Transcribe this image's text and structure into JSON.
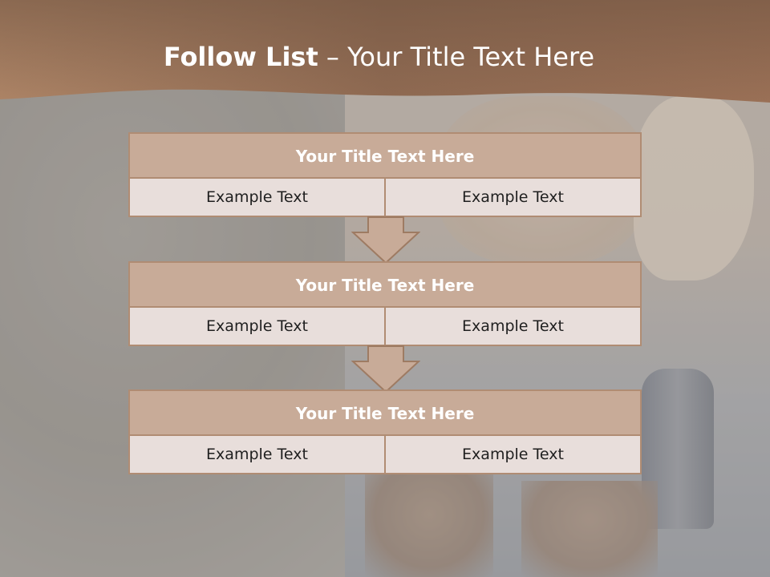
{
  "header": {
    "title_bold": "Follow List",
    "title_rest": "– Your Title Text Here",
    "band_color": "#a0765b"
  },
  "blocks": [
    {
      "title": "Your Title Text Here",
      "left": "Example Text",
      "right": "Example Text"
    },
    {
      "title": "Your Title Text Here",
      "left": "Example Text",
      "right": "Example Text"
    },
    {
      "title": "Your Title Text Here",
      "left": "Example Text",
      "right": "Example Text"
    }
  ],
  "colors": {
    "title_fill": "#c8ab98",
    "cell_fill": "#e8dedb",
    "border": "#b08c73"
  }
}
